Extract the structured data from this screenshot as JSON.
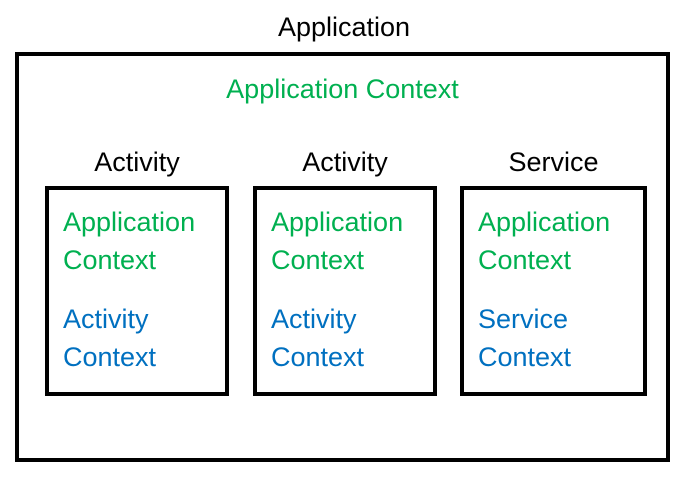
{
  "title": "Application",
  "colors": {
    "green": "#00B050",
    "blue": "#0070C0",
    "border": "#000000",
    "text": "#000000",
    "bg": "#FFFFFF"
  },
  "outer_box": {
    "heading": "Application Context"
  },
  "columns": [
    {
      "label": "Activity",
      "box": {
        "shared_context": "Application Context",
        "own_context": "Activity Context"
      }
    },
    {
      "label": "Activity",
      "box": {
        "shared_context": "Application Context",
        "own_context": "Activity Context"
      }
    },
    {
      "label": "Service",
      "box": {
        "shared_context": "Application Context",
        "own_context": "Service Context"
      }
    }
  ]
}
